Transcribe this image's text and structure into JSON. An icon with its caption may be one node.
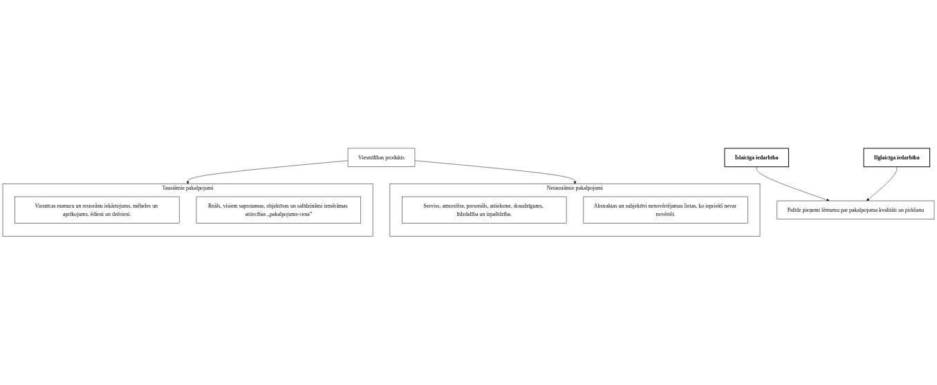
{
  "diagram": {
    "nodes": [
      {
        "text": [
          "Viesmīlības produkts"
        ]
      },
      {
        "text": [
          "Taustāmie pakalpojumi"
        ]
      },
      {
        "text": [
          "Viesnīcas numuru un restorānu iekārtojums, mēbeles un aprīkojums, ēdieni un dzērieni."
        ],
        "in": 1
      },
      {
        "text": [
          "Reāls, visiem saprotamas, objektīvas un salīdzināmi izmērāmas attiecības „pakalpojums-cena”"
        ],
        "in": 1
      },
      {
        "text": [
          "Īslaicīga iedarbība"
        ]
      },
      {
        "text": [
          "Netaustāmie pakalpojumi"
        ]
      },
      {
        "text": [
          "Serviss, atmosfēra, personāls, attieksme, draudzīgums, līdzdalība un izpalīdzība."
        ],
        "in": 5
      },
      {
        "text": [
          "Abstraktas un subjektīvi nenovērtējamas lietas, ko iepriekš nevar novērtēt."
        ],
        "in": 5
      },
      {
        "text": [
          "Ilglaicīga iedarbība"
        ]
      },
      {
        "text": [
          "Palīdz pieņemt lēmumu par pakalpojuma kvalitāti un pirkšanu"
        ]
      }
    ],
    "edges": [
      {
        "from": 0,
        "to": 1,
        "arrow": "to"
      },
      {
        "from": 0,
        "to": 5,
        "arrow": "to"
      },
      {
        "from": 4,
        "to": 9,
        "arrow": "to"
      },
      {
        "from": 8,
        "to": 9,
        "arrow": "to"
      }
    ]
  }
}
